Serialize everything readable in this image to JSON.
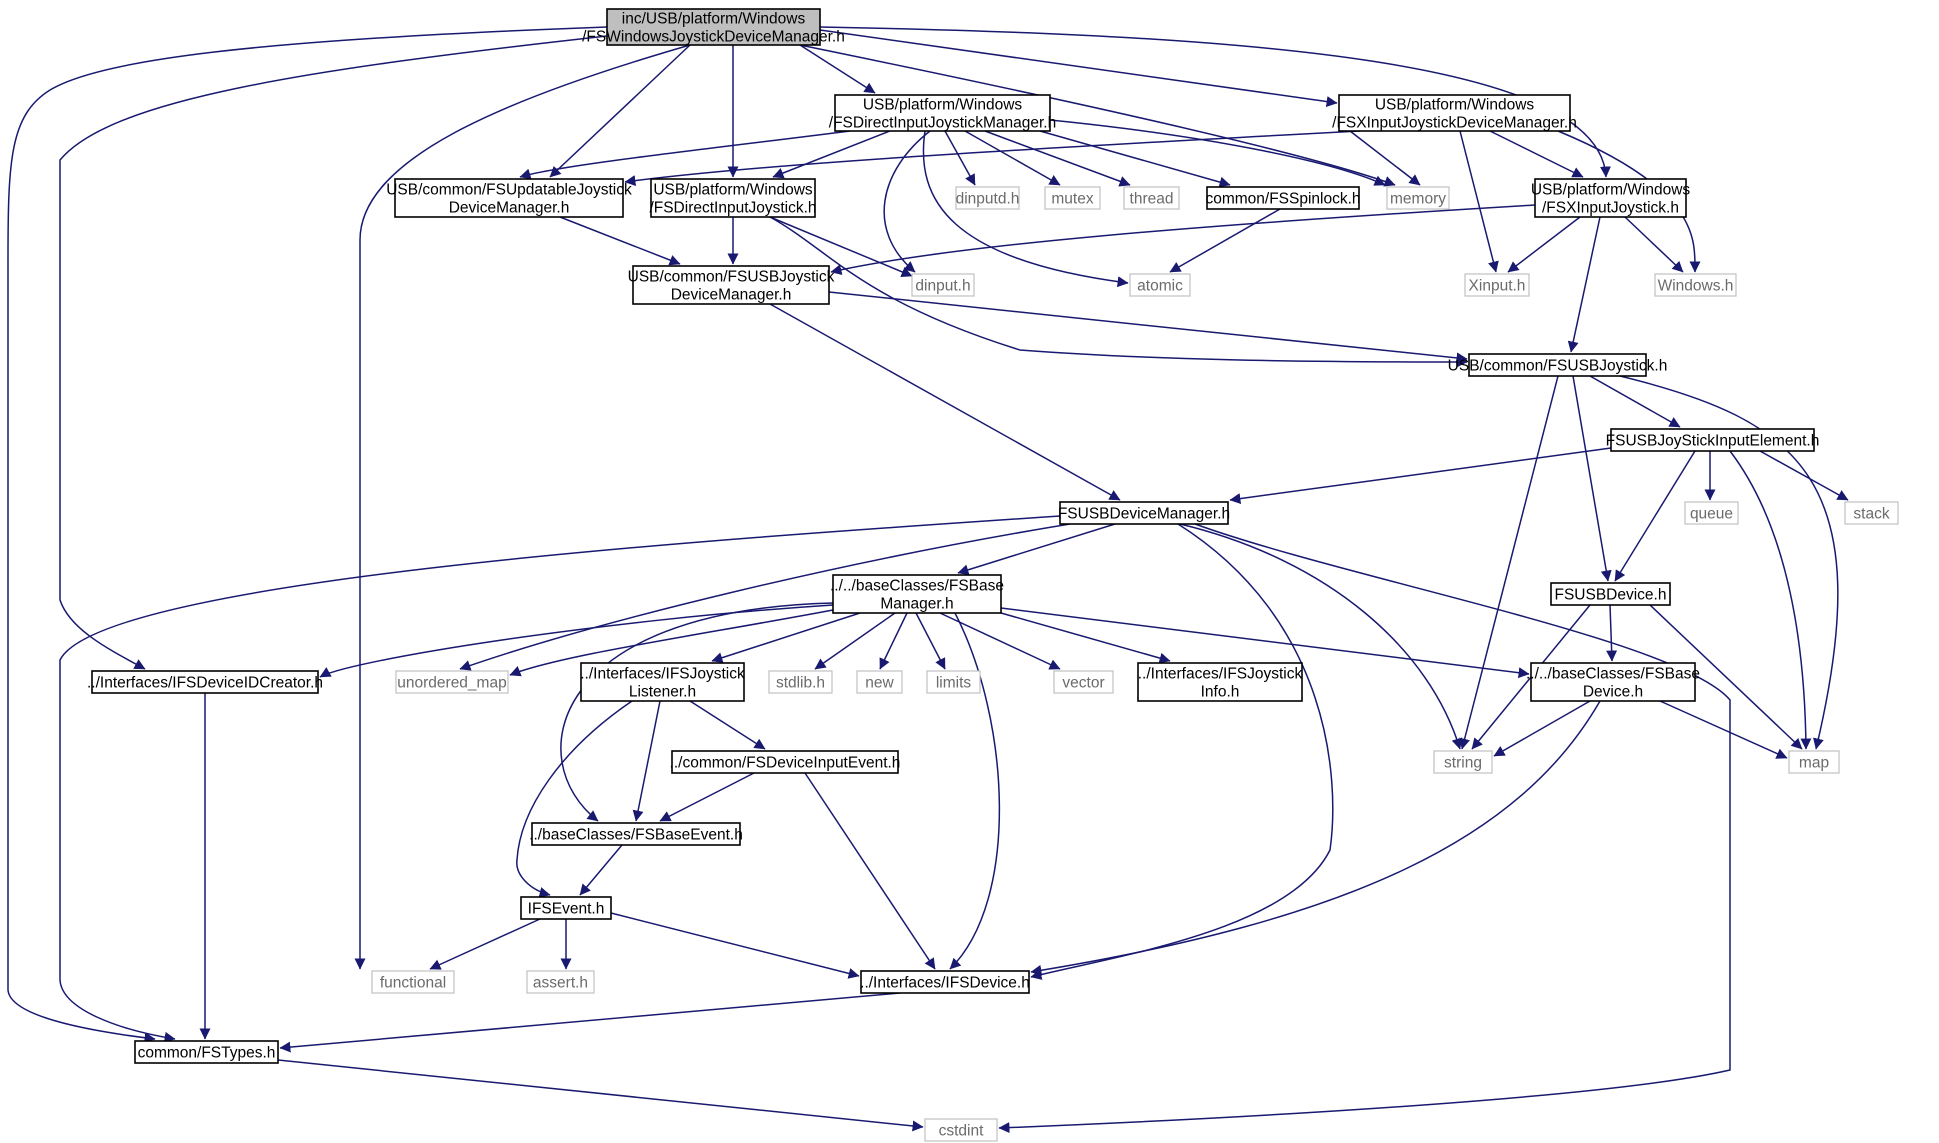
{
  "diagram": {
    "edge_color": "#191970",
    "root_fill": "#bfbfbf",
    "external_border": "#c0c0c0",
    "nodes": [
      {
        "id": "root",
        "lines": [
          "inc/USB/platform/Windows",
          "/FSWindowsJoystickDeviceManager.h"
        ],
        "style": "root"
      },
      {
        "id": "directinputmgr",
        "lines": [
          "USB/platform/Windows",
          "/FSDirectInputJoystickManager.h"
        ],
        "style": "normal"
      },
      {
        "id": "xinputmgr",
        "lines": [
          "USB/platform/Windows",
          "/FSXInputJoystickDeviceManager.h"
        ],
        "style": "normal"
      },
      {
        "id": "updatable",
        "lines": [
          "USB/common/FSUpdatableJoystick",
          "DeviceManager.h"
        ],
        "style": "normal"
      },
      {
        "id": "directinputjoy",
        "lines": [
          "USB/platform/Windows",
          "/FSDirectInputJoystick.h"
        ],
        "style": "normal"
      },
      {
        "id": "dinputd",
        "lines": [
          "dinputd.h"
        ],
        "style": "external"
      },
      {
        "id": "mutex",
        "lines": [
          "mutex"
        ],
        "style": "external"
      },
      {
        "id": "thread",
        "lines": [
          "thread"
        ],
        "style": "external"
      },
      {
        "id": "spinlock",
        "lines": [
          "common/FSSpinlock.h"
        ],
        "style": "normal"
      },
      {
        "id": "memory",
        "lines": [
          "memory"
        ],
        "style": "external"
      },
      {
        "id": "xinputjoy",
        "lines": [
          "USB/platform/Windows",
          "/FSXInputJoystick.h"
        ],
        "style": "normal"
      },
      {
        "id": "usbjoymgr",
        "lines": [
          "USB/common/FSUSBJoystick",
          "DeviceManager.h"
        ],
        "style": "normal"
      },
      {
        "id": "dinput",
        "lines": [
          "dinput.h"
        ],
        "style": "external"
      },
      {
        "id": "atomic",
        "lines": [
          "atomic"
        ],
        "style": "external"
      },
      {
        "id": "xinput",
        "lines": [
          "Xinput.h"
        ],
        "style": "external"
      },
      {
        "id": "windows",
        "lines": [
          "Windows.h"
        ],
        "style": "external"
      },
      {
        "id": "usbjoystick",
        "lines": [
          "USB/common/FSUSBJoystick.h"
        ],
        "style": "normal"
      },
      {
        "id": "inputelement",
        "lines": [
          "FSUSBJoyStickInputElement.h"
        ],
        "style": "normal"
      },
      {
        "id": "usbdevmgr",
        "lines": [
          "FSUSBDeviceManager.h"
        ],
        "style": "normal"
      },
      {
        "id": "queue",
        "lines": [
          "queue"
        ],
        "style": "external"
      },
      {
        "id": "stack",
        "lines": [
          "stack"
        ],
        "style": "external"
      },
      {
        "id": "basemanager",
        "lines": [
          "../../baseClasses/FSBase",
          "Manager.h"
        ],
        "style": "normal"
      },
      {
        "id": "usbdevice",
        "lines": [
          "FSUSBDevice.h"
        ],
        "style": "normal"
      },
      {
        "id": "ideviceidcreator",
        "lines": [
          "../Interfaces/IFSDeviceIDCreator.h"
        ],
        "style": "normal"
      },
      {
        "id": "unordered_map",
        "lines": [
          "unordered_map"
        ],
        "style": "external"
      },
      {
        "id": "joylistener",
        "lines": [
          "../Interfaces/IFSJoystick",
          "Listener.h"
        ],
        "style": "normal"
      },
      {
        "id": "stdlib",
        "lines": [
          "stdlib.h"
        ],
        "style": "external"
      },
      {
        "id": "new",
        "lines": [
          "new"
        ],
        "style": "external"
      },
      {
        "id": "limits",
        "lines": [
          "limits"
        ],
        "style": "external"
      },
      {
        "id": "vector",
        "lines": [
          "vector"
        ],
        "style": "external"
      },
      {
        "id": "joyinfo",
        "lines": [
          "../Interfaces/IFSJoystick",
          "Info.h"
        ],
        "style": "normal"
      },
      {
        "id": "basedevice",
        "lines": [
          "../../baseClasses/FSBase",
          "Device.h"
        ],
        "style": "normal"
      },
      {
        "id": "string",
        "lines": [
          "string"
        ],
        "style": "external"
      },
      {
        "id": "map",
        "lines": [
          "map"
        ],
        "style": "external"
      },
      {
        "id": "deviceinputevent",
        "lines": [
          "../common/FSDeviceInputEvent.h"
        ],
        "style": "normal"
      },
      {
        "id": "baseevent",
        "lines": [
          "../baseClasses/FSBaseEvent.h"
        ],
        "style": "normal"
      },
      {
        "id": "ifsevent",
        "lines": [
          "IFSEvent.h"
        ],
        "style": "normal"
      },
      {
        "id": "functional",
        "lines": [
          "functional"
        ],
        "style": "external"
      },
      {
        "id": "assert",
        "lines": [
          "assert.h"
        ],
        "style": "external"
      },
      {
        "id": "ifsdevice",
        "lines": [
          "../Interfaces/IFSDevice.h"
        ],
        "style": "normal"
      },
      {
        "id": "fstypes",
        "lines": [
          "common/FSTypes.h"
        ],
        "style": "normal"
      },
      {
        "id": "cstdint",
        "lines": [
          "cstdint"
        ],
        "style": "external"
      }
    ],
    "edges": [
      [
        "root",
        "directinputmgr"
      ],
      [
        "root",
        "xinputmgr"
      ],
      [
        "root",
        "updatable"
      ],
      [
        "root",
        "directinputjoy"
      ],
      [
        "root",
        "memory"
      ],
      [
        "root",
        "xinputjoy"
      ],
      [
        "root",
        "functional"
      ],
      [
        "root",
        "ideviceidcreator"
      ],
      [
        "root",
        "fstypes"
      ],
      [
        "directinputmgr",
        "updatable"
      ],
      [
        "directinputmgr",
        "directinputjoy"
      ],
      [
        "directinputmgr",
        "dinputd"
      ],
      [
        "directinputmgr",
        "mutex"
      ],
      [
        "directinputmgr",
        "thread"
      ],
      [
        "directinputmgr",
        "spinlock"
      ],
      [
        "directinputmgr",
        "memory"
      ],
      [
        "directinputmgr",
        "dinput"
      ],
      [
        "directinputmgr",
        "atomic"
      ],
      [
        "xinputmgr",
        "updatable"
      ],
      [
        "xinputmgr",
        "memory"
      ],
      [
        "xinputmgr",
        "xinputjoy"
      ],
      [
        "xinputmgr",
        "xinput"
      ],
      [
        "xinputmgr",
        "windows"
      ],
      [
        "updatable",
        "usbjoymgr"
      ],
      [
        "directinputjoy",
        "usbjoymgr"
      ],
      [
        "directinputjoy",
        "dinput"
      ],
      [
        "directinputjoy",
        "usbjoystick"
      ],
      [
        "spinlock",
        "atomic"
      ],
      [
        "xinputjoy",
        "usbjoymgr"
      ],
      [
        "xinputjoy",
        "xinput"
      ],
      [
        "xinputjoy",
        "windows"
      ],
      [
        "xinputjoy",
        "usbjoystick"
      ],
      [
        "usbjoymgr",
        "usbjoystick"
      ],
      [
        "usbjoymgr",
        "usbdevmgr"
      ],
      [
        "usbjoystick",
        "inputelement"
      ],
      [
        "usbjoystick",
        "usbdevice"
      ],
      [
        "usbjoystick",
        "string"
      ],
      [
        "usbjoystick",
        "map"
      ],
      [
        "inputelement",
        "usbdevmgr"
      ],
      [
        "inputelement",
        "queue"
      ],
      [
        "inputelement",
        "stack"
      ],
      [
        "inputelement",
        "usbdevice"
      ],
      [
        "inputelement",
        "map"
      ],
      [
        "usbdevmgr",
        "basemanager"
      ],
      [
        "usbdevmgr",
        "unordered_map"
      ],
      [
        "usbdevmgr",
        "string"
      ],
      [
        "usbdevmgr",
        "ifsdevice"
      ],
      [
        "usbdevmgr",
        "cstdint"
      ],
      [
        "usbdevmgr",
        "fstypes"
      ],
      [
        "basemanager",
        "ideviceidcreator"
      ],
      [
        "basemanager",
        "unordered_map"
      ],
      [
        "basemanager",
        "joylistener"
      ],
      [
        "basemanager",
        "stdlib"
      ],
      [
        "basemanager",
        "new"
      ],
      [
        "basemanager",
        "limits"
      ],
      [
        "basemanager",
        "vector"
      ],
      [
        "basemanager",
        "joyinfo"
      ],
      [
        "basemanager",
        "basedevice"
      ],
      [
        "basemanager",
        "baseevent"
      ],
      [
        "basemanager",
        "ifsdevice"
      ],
      [
        "usbdevice",
        "basedevice"
      ],
      [
        "usbdevice",
        "string"
      ],
      [
        "usbdevice",
        "map"
      ],
      [
        "basedevice",
        "string"
      ],
      [
        "basedevice",
        "map"
      ],
      [
        "basedevice",
        "ifsdevice"
      ],
      [
        "ideviceidcreator",
        "fstypes"
      ],
      [
        "joylistener",
        "deviceinputevent"
      ],
      [
        "joylistener",
        "baseevent"
      ],
      [
        "joylistener",
        "ifsevent"
      ],
      [
        "deviceinputevent",
        "baseevent"
      ],
      [
        "deviceinputevent",
        "ifsdevice"
      ],
      [
        "baseevent",
        "ifsevent"
      ],
      [
        "ifsevent",
        "functional"
      ],
      [
        "ifsevent",
        "assert"
      ],
      [
        "ifsevent",
        "ifsdevice"
      ],
      [
        "ifsdevice",
        "fstypes"
      ],
      [
        "fstypes",
        "cstdint"
      ]
    ]
  }
}
